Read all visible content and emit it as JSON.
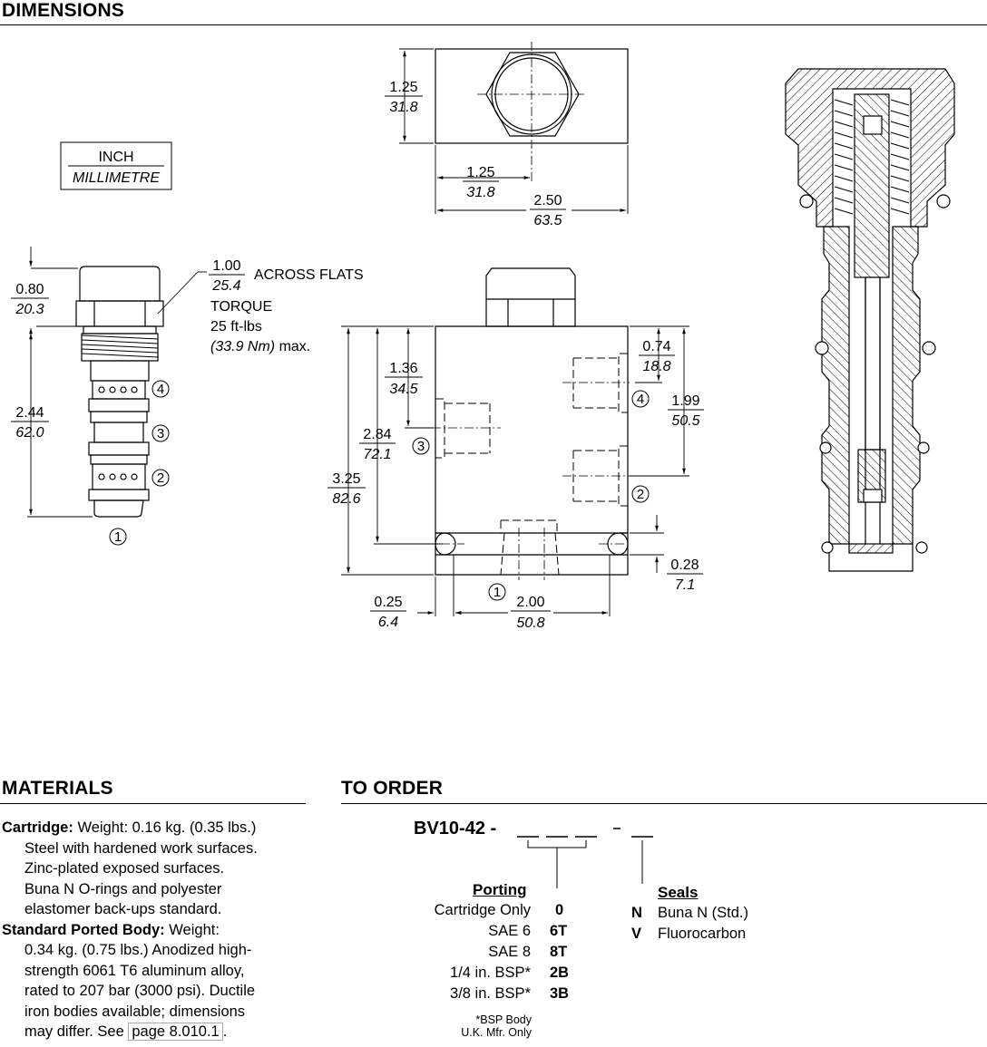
{
  "dimensions": {
    "title": "DIMENSIONS",
    "legend": {
      "inch": "INCH",
      "mm": "MILLIMETRE"
    },
    "cartridge": {
      "d080": [
        "0.80",
        "20.3"
      ],
      "d244": [
        "2.44",
        "62.0"
      ],
      "d100": [
        "1.00",
        "25.4"
      ],
      "across": "ACROSS FLATS",
      "torque_label": "TORQUE",
      "torque_value": "25 ft-lbs",
      "torque_nm": "(33.9 Nm)",
      "torque_max": "max.",
      "ports": [
        "1",
        "2",
        "3",
        "4"
      ]
    },
    "top_view": {
      "d125a": [
        "1.25",
        "31.8"
      ],
      "d125b": [
        "1.25",
        "31.8"
      ],
      "d250": [
        "2.50",
        "63.5"
      ]
    },
    "body_view": {
      "d136": [
        "1.36",
        "34.5"
      ],
      "d284": [
        "2.84",
        "72.1"
      ],
      "d325": [
        "3.25",
        "82.6"
      ],
      "d074": [
        "0.74",
        "18.8"
      ],
      "d199": [
        "1.99",
        "50.5"
      ],
      "d028": [
        "0.28",
        "7.1"
      ],
      "d025": [
        "0.25",
        "6.4"
      ],
      "d200": [
        "2.00",
        "50.8"
      ],
      "ports": [
        "1",
        "2",
        "3",
        "4"
      ]
    }
  },
  "materials": {
    "title": "MATERIALS",
    "cartridge_label": "Cartridge:",
    "cartridge_lines": [
      "Weight: 0.16 kg. (0.35 lbs.)",
      "Steel with hardened work surfaces.",
      "Zinc-plated exposed surfaces.",
      "Buna N O-rings and polyester",
      "elastomer back-ups standard."
    ],
    "body_label": "Standard Ported Body:",
    "body_lines": [
      "Weight:",
      "0.34 kg. (0.75 lbs.) Anodized high-",
      "strength 6061 T6 aluminum alloy,",
      "rated to 207 bar (3000 psi). Ductile",
      "iron bodies available; dimensions",
      "may differ. See"
    ],
    "link": "page 8.010.1",
    "link_end": "."
  },
  "to_order": {
    "title": "TO ORDER",
    "part": "BV10-42 -",
    "porting_header": "Porting",
    "porting": [
      {
        "label": "Cartridge Only",
        "code": "0"
      },
      {
        "label": "SAE 6",
        "code": "6T"
      },
      {
        "label": "SAE 8",
        "code": "8T"
      },
      {
        "label": "1/4 in. BSP*",
        "code": "2B"
      },
      {
        "label": "3/8 in. BSP*",
        "code": "3B"
      }
    ],
    "seals_header": "Seals",
    "seals": [
      {
        "code": "N",
        "label": "Buna N (Std.)"
      },
      {
        "code": "V",
        "label": "Fluorocarbon"
      }
    ],
    "footnote": [
      "*BSP Body",
      "U.K. Mfr. Only"
    ]
  }
}
